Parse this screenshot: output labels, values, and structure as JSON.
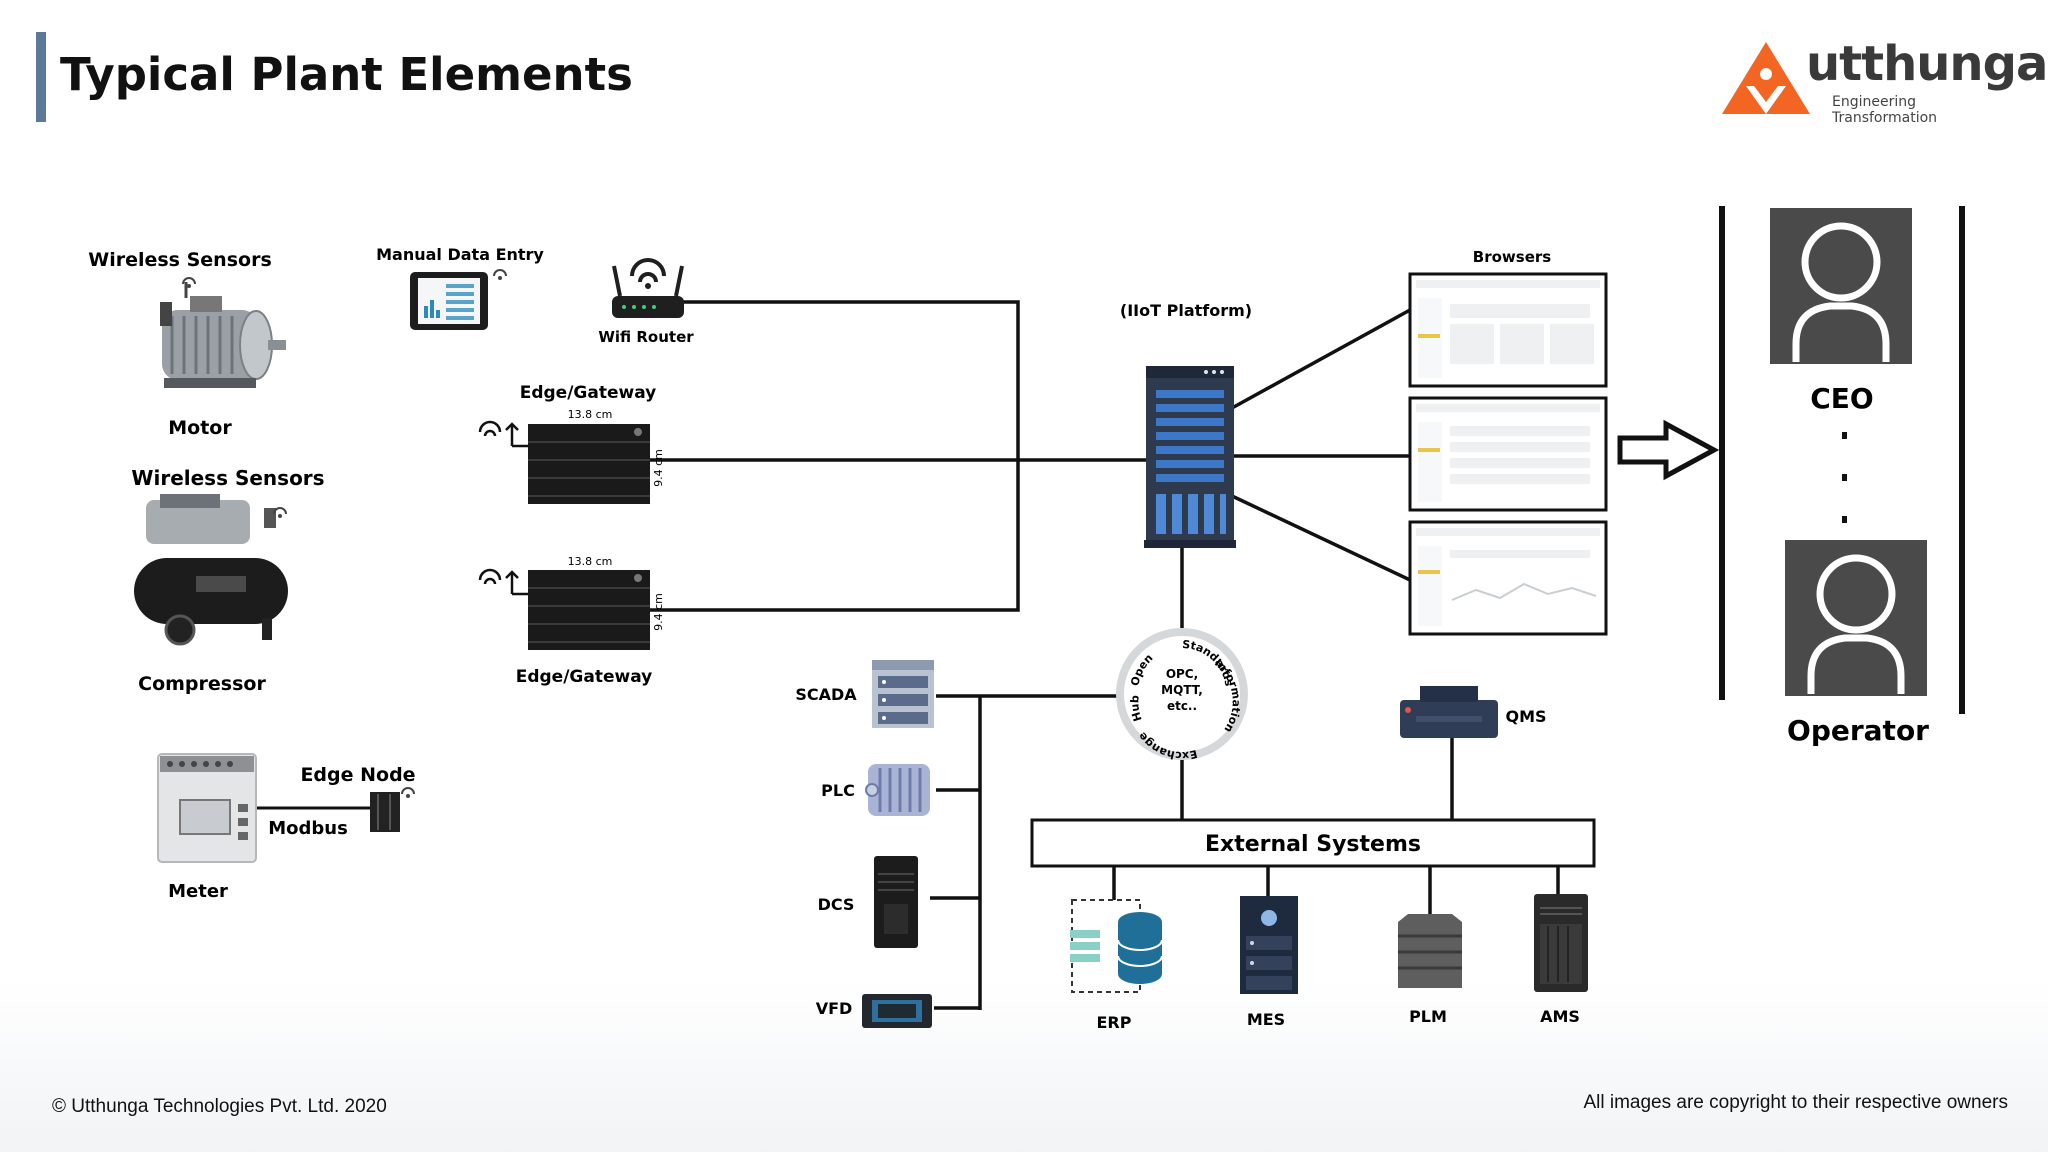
{
  "slide": {
    "title": "Typical Plant Elements",
    "accent_color": "#5b7a99"
  },
  "logo": {
    "word": "utthunga",
    "tagline": "Engineering Transformation",
    "brand_color": "#f26522"
  },
  "labels": {
    "wireless_sensors_1": "Wireless Sensors",
    "motor": "Motor",
    "wireless_sensors_2": "Wireless Sensors",
    "compressor": "Compressor",
    "manual_data_entry": "Manual Data Entry",
    "wifi_router": "Wifi Router",
    "edge_gateway_top": "Edge/Gateway",
    "edge_gateway_bottom": "Edge/Gateway",
    "dim_width_1": "13.8 cm",
    "dim_height_1": "9.4 cm",
    "dim_width_2": "13.8 cm",
    "dim_height_2": "9.4 cm",
    "edge_node": "Edge Node",
    "modbus": "Modbus",
    "meter": "Meter",
    "iiot_platform": "(IIoT Platform)",
    "browsers": "Browsers",
    "ceo": "CEO",
    "operator": "Operator",
    "scada": "SCADA",
    "plc": "PLC",
    "dcs": "DCS",
    "vfd": "VFD",
    "qms": "QMS",
    "external_systems": "External Systems",
    "erp": "ERP",
    "mes": "MES",
    "plm": "PLM",
    "ams": "AMS",
    "hub_center_1": "OPC,",
    "hub_center_2": "MQTT,",
    "hub_center_3": "etc..",
    "hub_ring_1": "Open",
    "hub_ring_2": "Standards",
    "hub_ring_3": "Information",
    "hub_ring_4": "Exchange",
    "hub_ring_5": "Hub"
  },
  "footer": {
    "left": "© Utthunga Technologies Pvt. Ltd. 2020",
    "right": "All images are copyright to their respective owners"
  },
  "icons": {
    "motor": "motor-icon",
    "compressor": "compressor-icon",
    "tablet": "tablet-icon",
    "router": "wifi-router-icon",
    "gateway": "gateway-box-icon",
    "server": "server-tower-icon",
    "user": "user-avatar-icon",
    "arrow": "outline-arrow-icon"
  }
}
